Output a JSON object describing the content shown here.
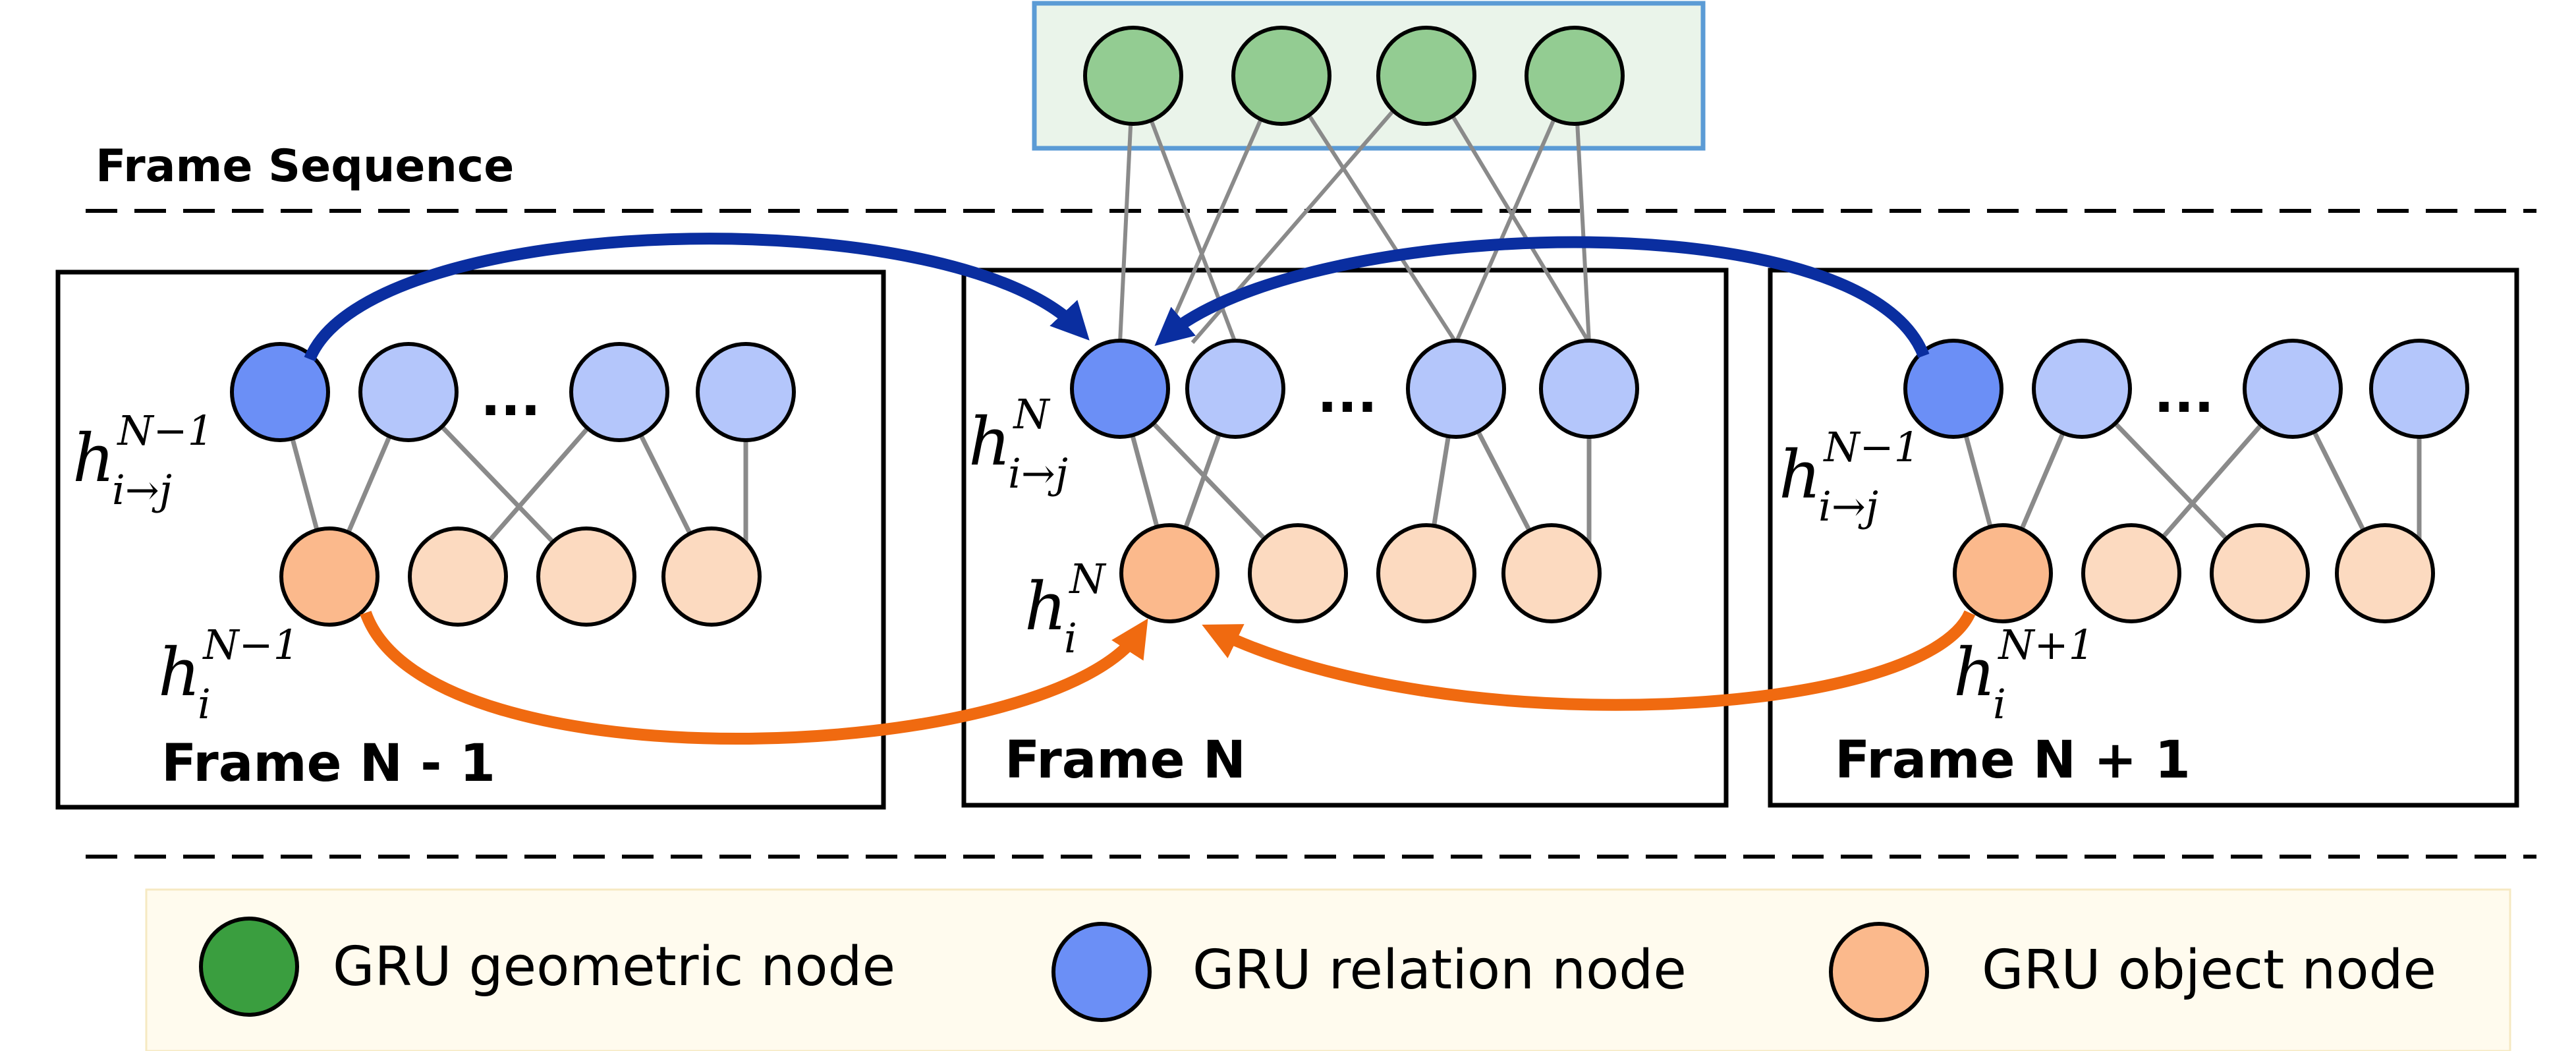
{
  "section_label": "Frame Sequence",
  "frames": [
    {
      "label": "Frame N - 1",
      "rel_h": "h",
      "rel_sub": "i→j",
      "rel_sup": "N−1",
      "obj_h": "h",
      "obj_sub": "i",
      "obj_sup": "N−1"
    },
    {
      "label": "Frame N",
      "rel_h": "h",
      "rel_sub": "i→j",
      "rel_sup": "N",
      "obj_h": "h",
      "obj_sub": "i",
      "obj_sup": "N"
    },
    {
      "label": "Frame N + 1",
      "rel_h": "h",
      "rel_sub": "i→j",
      "rel_sup": "N−1",
      "obj_h": "h",
      "obj_sub": "i",
      "obj_sup": "N+1"
    }
  ],
  "ellipsis": "...",
  "legend": {
    "geometric": "GRU geometric node",
    "relation": "GRU relation node",
    "object": "GRU object node"
  },
  "colors": {
    "geometric_fill": "#93cc92",
    "geometric_legend_fill": "#3a9e3f",
    "geometric_box_fill": "#eaf4ea",
    "geometric_box_stroke": "#5b9bd5",
    "relation_active": "#6b8ff6",
    "relation_inactive": "#b4c6fb",
    "object_active": "#fbb98c",
    "object_inactive": "#fcdac0",
    "blue_arrow": "#0a2ea0",
    "orange_arrow": "#f06a10",
    "edge": "#8a8a8a",
    "legend_bg": "#fffbee"
  }
}
